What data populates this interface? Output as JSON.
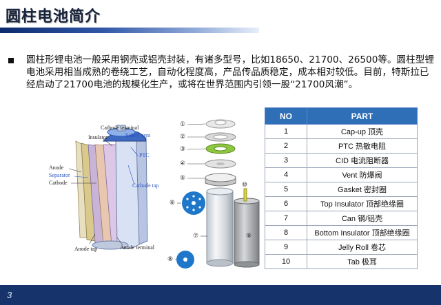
{
  "title": "圆柱电池简介",
  "paragraph": "圆柱形锂电池一般采用钢壳或铝壳封装，有诸多型号，比如18650、21700、26500等。圆柱型锂电池采用相当成熟的卷绕工艺，自动化程度高，产品传品质稳定，成本相对较低。目前，特斯拉已经启动了21700电池的规模化生产，或将在世界范围内引领一股“21700风潮”。",
  "cell_diagram": {
    "labels": {
      "cathode_terminal": "Cathode terminal",
      "insulator": "Insulator",
      "safety_vent": "Safety vent",
      "ptc": "PTC",
      "anode": "Anode",
      "separator": "Separator",
      "cathode": "Cathode",
      "cathode_tap": "Cathode tap",
      "anode_tap": "Anode tap",
      "anode_terminal": "Anode terminal"
    }
  },
  "parts_diagram": {
    "numbers": [
      "①",
      "②",
      "③",
      "④",
      "⑤",
      "⑥",
      "⑦",
      "⑧",
      "⑨",
      "⑩"
    ]
  },
  "table": {
    "headers": [
      "NO",
      "PART"
    ],
    "rows": [
      {
        "no": "1",
        "part": "Cap-up 顶壳"
      },
      {
        "no": "2",
        "part": "PTC 热敏电阻"
      },
      {
        "no": "3",
        "part": "CID 电流阻断器"
      },
      {
        "no": "4",
        "part": "Vent 防爆阀"
      },
      {
        "no": "5",
        "part": "Gasket 密封圈"
      },
      {
        "no": "6",
        "part": "Top Insulator 顶部绝缘圈"
      },
      {
        "no": "7",
        "part": "Can 钢/铝壳"
      },
      {
        "no": "8",
        "part": "Bottom Insulator 顶部绝缘圈"
      },
      {
        "no": "9",
        "part": "Jelly Roll 卷芯"
      },
      {
        "no": "10",
        "part": "Tab 极耳"
      }
    ]
  },
  "page_number": "3",
  "colors": {
    "header_blue": "#2e6fb7",
    "footer_navy": "#16336b",
    "label_blue": "#2c55c7"
  }
}
